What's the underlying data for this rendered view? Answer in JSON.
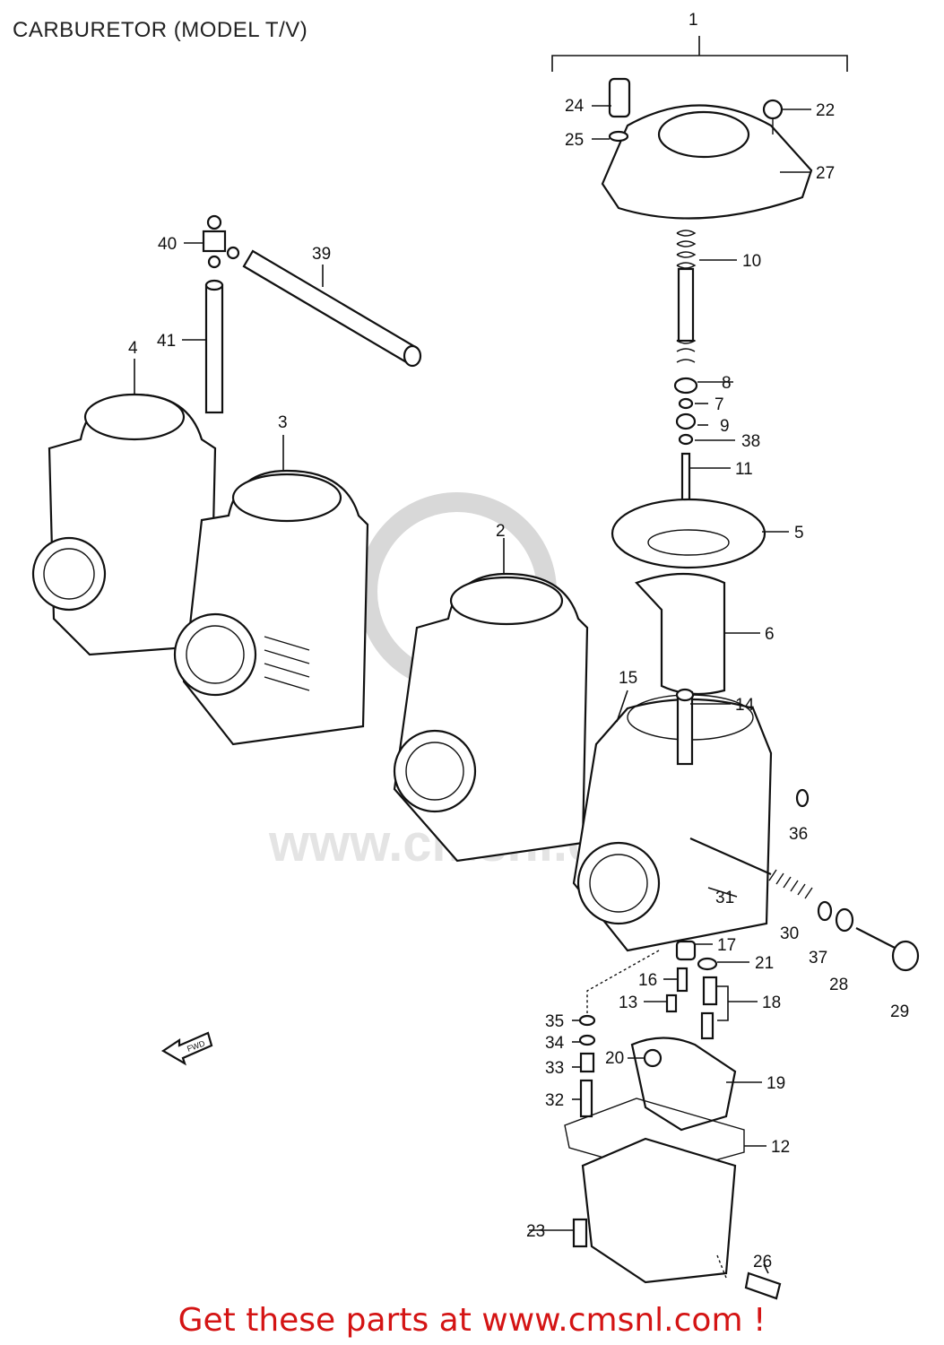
{
  "title": "CARBURETOR (MODEL T/V)",
  "footer": "Get these parts at www.cmsnl.com !",
  "watermark": "www.cmsnl.com",
  "fwd_label": "FWD",
  "callouts": [
    "1",
    "2",
    "3",
    "4",
    "5",
    "6",
    "7",
    "8",
    "9",
    "10",
    "11",
    "12",
    "13",
    "14",
    "15",
    "16",
    "17",
    "18",
    "19",
    "20",
    "21",
    "22",
    "23",
    "24",
    "25",
    "26",
    "27",
    "28",
    "29",
    "30",
    "31",
    "32",
    "33",
    "34",
    "35",
    "36",
    "37",
    "38",
    "39",
    "40",
    "41"
  ]
}
